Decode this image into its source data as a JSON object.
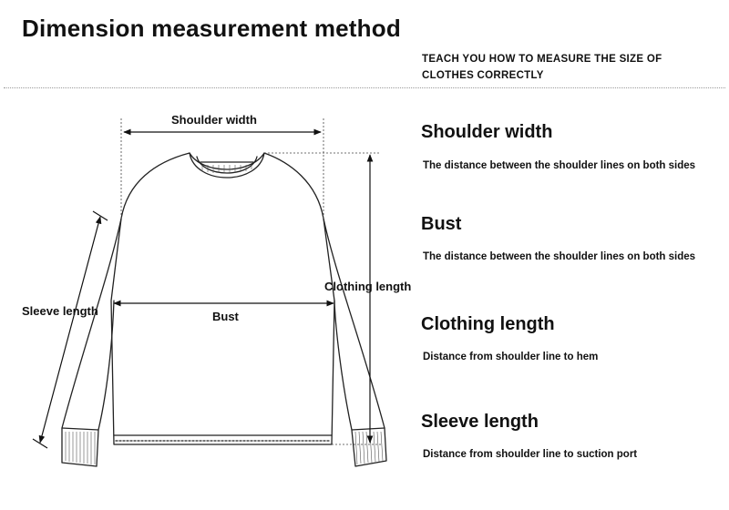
{
  "header": {
    "title": "Dimension measurement method",
    "subtitle": "TEACH YOU HOW TO MEASURE THE SIZE OF CLOTHES CORRECTLY"
  },
  "diagram": {
    "labels": {
      "shoulder_width": "Shoulder width",
      "bust": "Bust",
      "clothing_length": "Clothing length",
      "sleeve_length": "Sleeve length"
    }
  },
  "definitions": [
    {
      "term": "Shoulder width",
      "description": "The distance between the shoulder lines on both sides"
    },
    {
      "term": "Bust",
      "description": "The distance between the shoulder lines on both sides"
    },
    {
      "term": "Clothing length",
      "description": "Distance from shoulder line to hem"
    },
    {
      "term": "Sleeve length",
      "description": "Distance from shoulder line to suction port"
    }
  ]
}
